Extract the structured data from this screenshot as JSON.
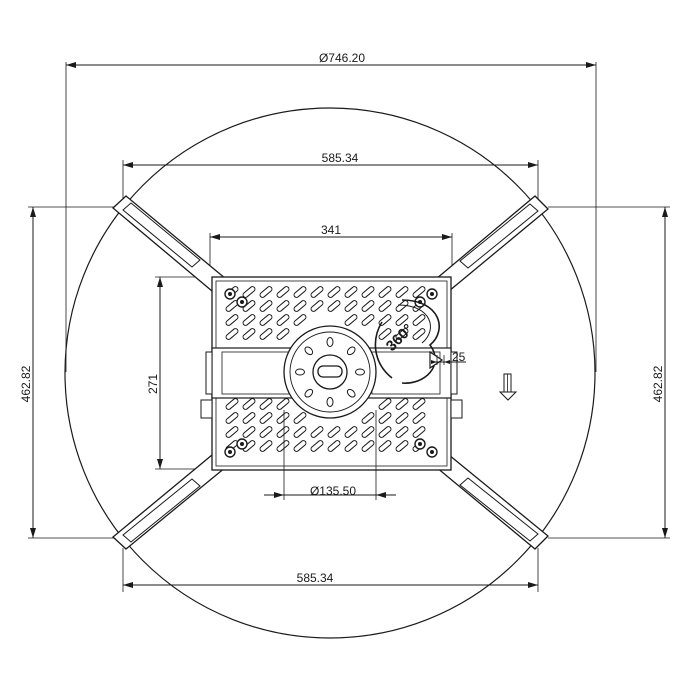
{
  "drawing": {
    "dimensions": {
      "overall_diameter": "Ø746.20",
      "arm_span_top": "585.34",
      "arm_span_bottom": "585.34",
      "plate_width": "341",
      "plate_height": "271",
      "left_height": "462.82",
      "right_height": "462.82",
      "hub_diameter": "Ø135.50",
      "tilt_offset": "25"
    },
    "annotations": {
      "rotation_angle": "360°"
    }
  }
}
